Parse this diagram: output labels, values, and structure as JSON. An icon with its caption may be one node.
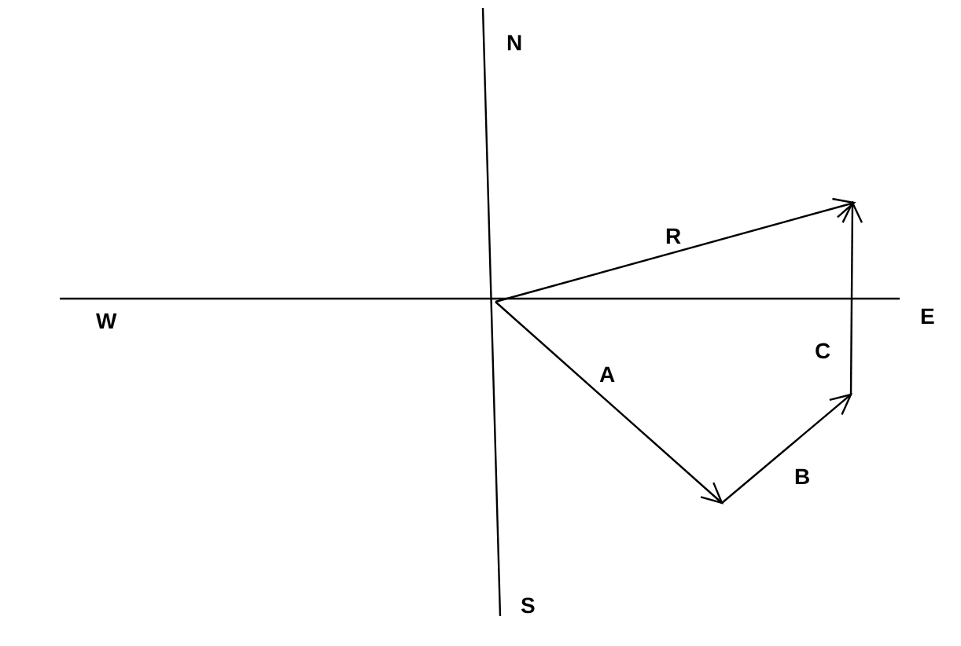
{
  "diagram": {
    "labels": [
      "N",
      "R",
      "W",
      "E",
      "A",
      "C",
      "B",
      "S"
    ]
  }
}
